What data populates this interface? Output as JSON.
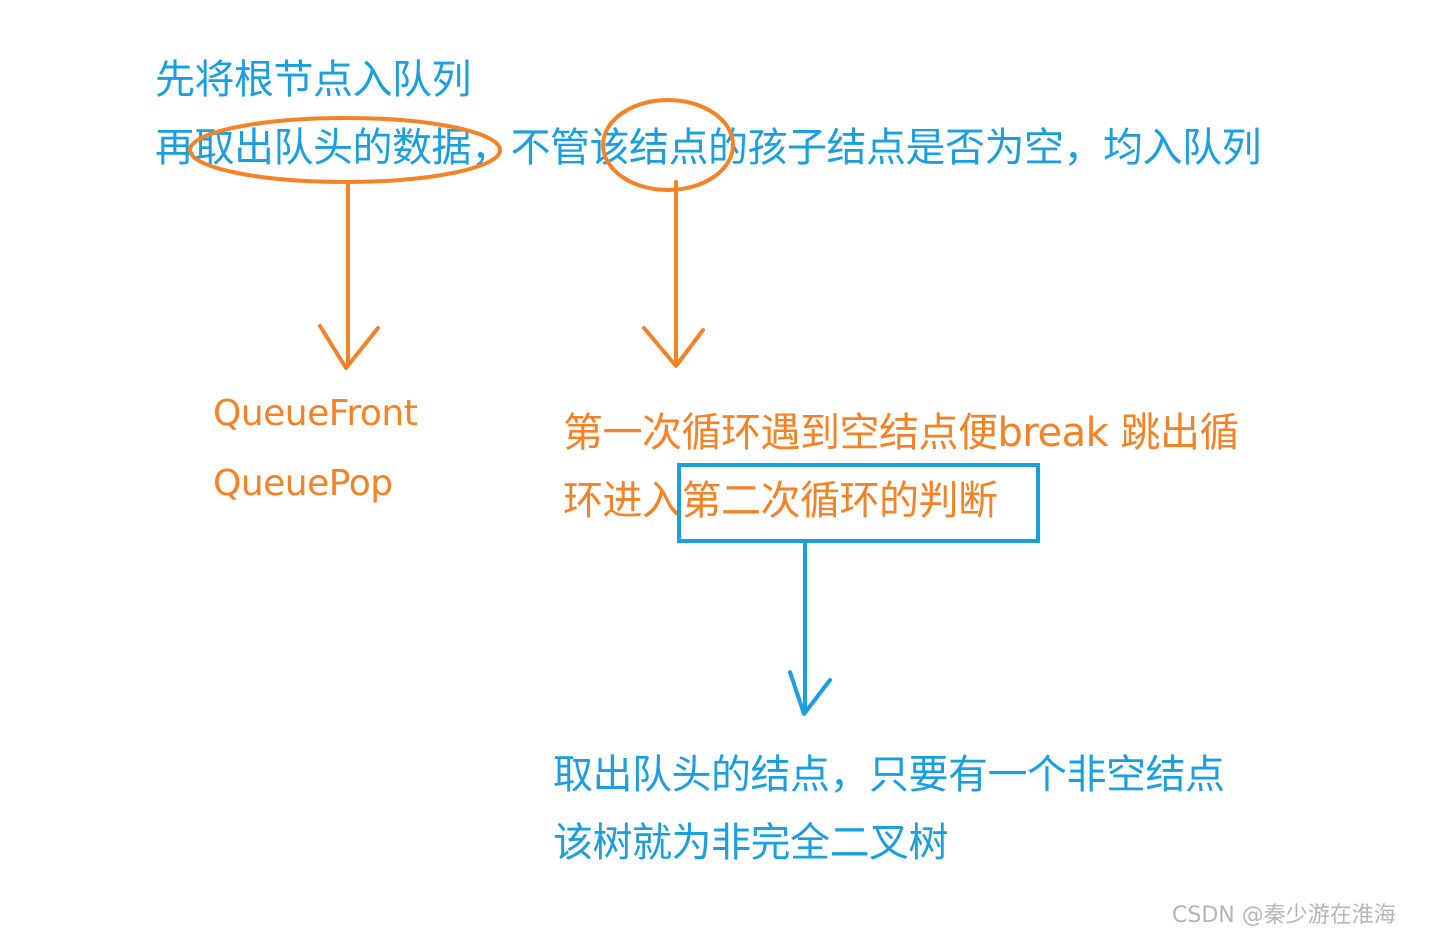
{
  "text": {
    "line1": "先将根节点入队列",
    "line2": "再取出队头的数据，不管该结点的孩子结点是否为空，均入队列",
    "queue_front": "QueueFront",
    "queue_pop": "QueuePop",
    "orange_note_1": "第一次循环遇到空结点便break 跳出循",
    "orange_note_2": "环进入第二次循环的判断",
    "blue_note_1": "取出队头的结点，只要有一个非空结点",
    "blue_note_2": "该树就为非完全二叉树",
    "watermark": "CSDN @秦少游在淮海"
  },
  "colors": {
    "blue": "#1a9fe0",
    "orange": "#f58225",
    "watermark": "#b5b5b5"
  }
}
